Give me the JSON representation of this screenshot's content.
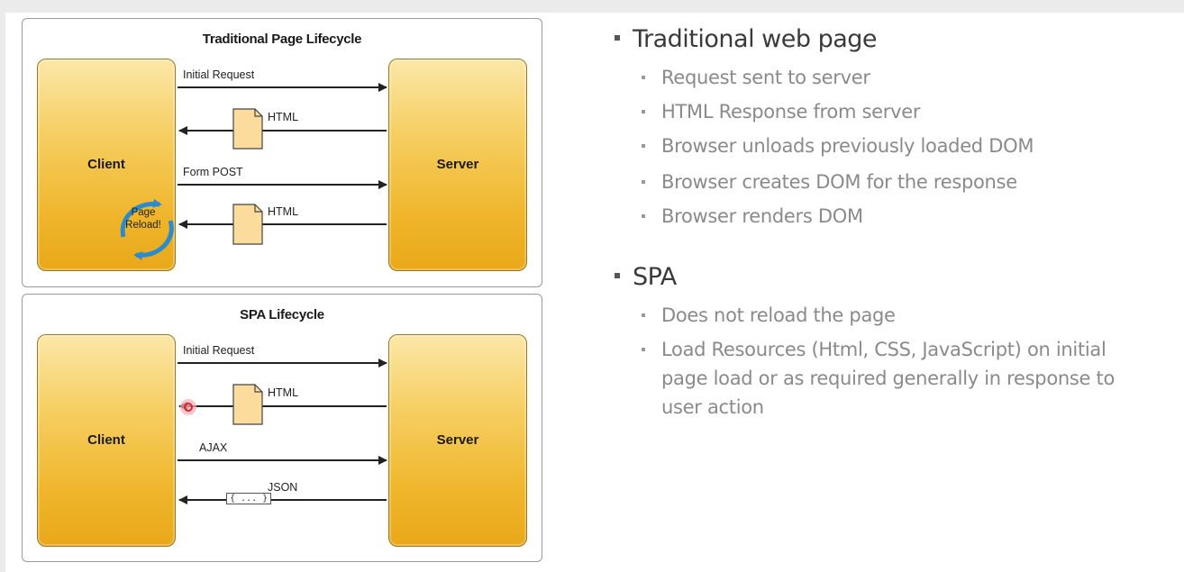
{
  "diagram": {
    "traditional": {
      "title": "Traditional Page Lifecycle",
      "client_label": "Client",
      "server_label": "Server",
      "arrow1_label": "Initial Request",
      "arrow2_label": "HTML",
      "arrow3_label": "Form POST",
      "arrow4_label": "HTML",
      "reload_label": "Page Reload!"
    },
    "spa": {
      "title": "SPA Lifecycle",
      "client_label": "Client",
      "server_label": "Server",
      "arrow1_label": "Initial Request",
      "arrow2_label": "HTML",
      "arrow3_label": "AJAX",
      "arrow4_label": "JSON",
      "json_glyph": "{ ... }"
    },
    "colors": {
      "box_fill": "#f4c24a",
      "box_border": "#9c7a1e",
      "doc_fill": "#fbdc9c",
      "reload_blue": "#2b8ccd",
      "cursor_red": "#e02030"
    }
  },
  "bullets": {
    "traditional": {
      "heading": "Traditional web page",
      "items": [
        "Request sent to server",
        "HTML Response from server",
        "Browser unloads previously loaded DOM",
        "Browser creates DOM for the response",
        "Browser renders DOM"
      ]
    },
    "spa": {
      "heading": "SPA",
      "items": [
        "Does not reload the page",
        "Load Resources (Html, CSS, JavaScript) on initial page load or as required generally in response to user action"
      ]
    }
  }
}
